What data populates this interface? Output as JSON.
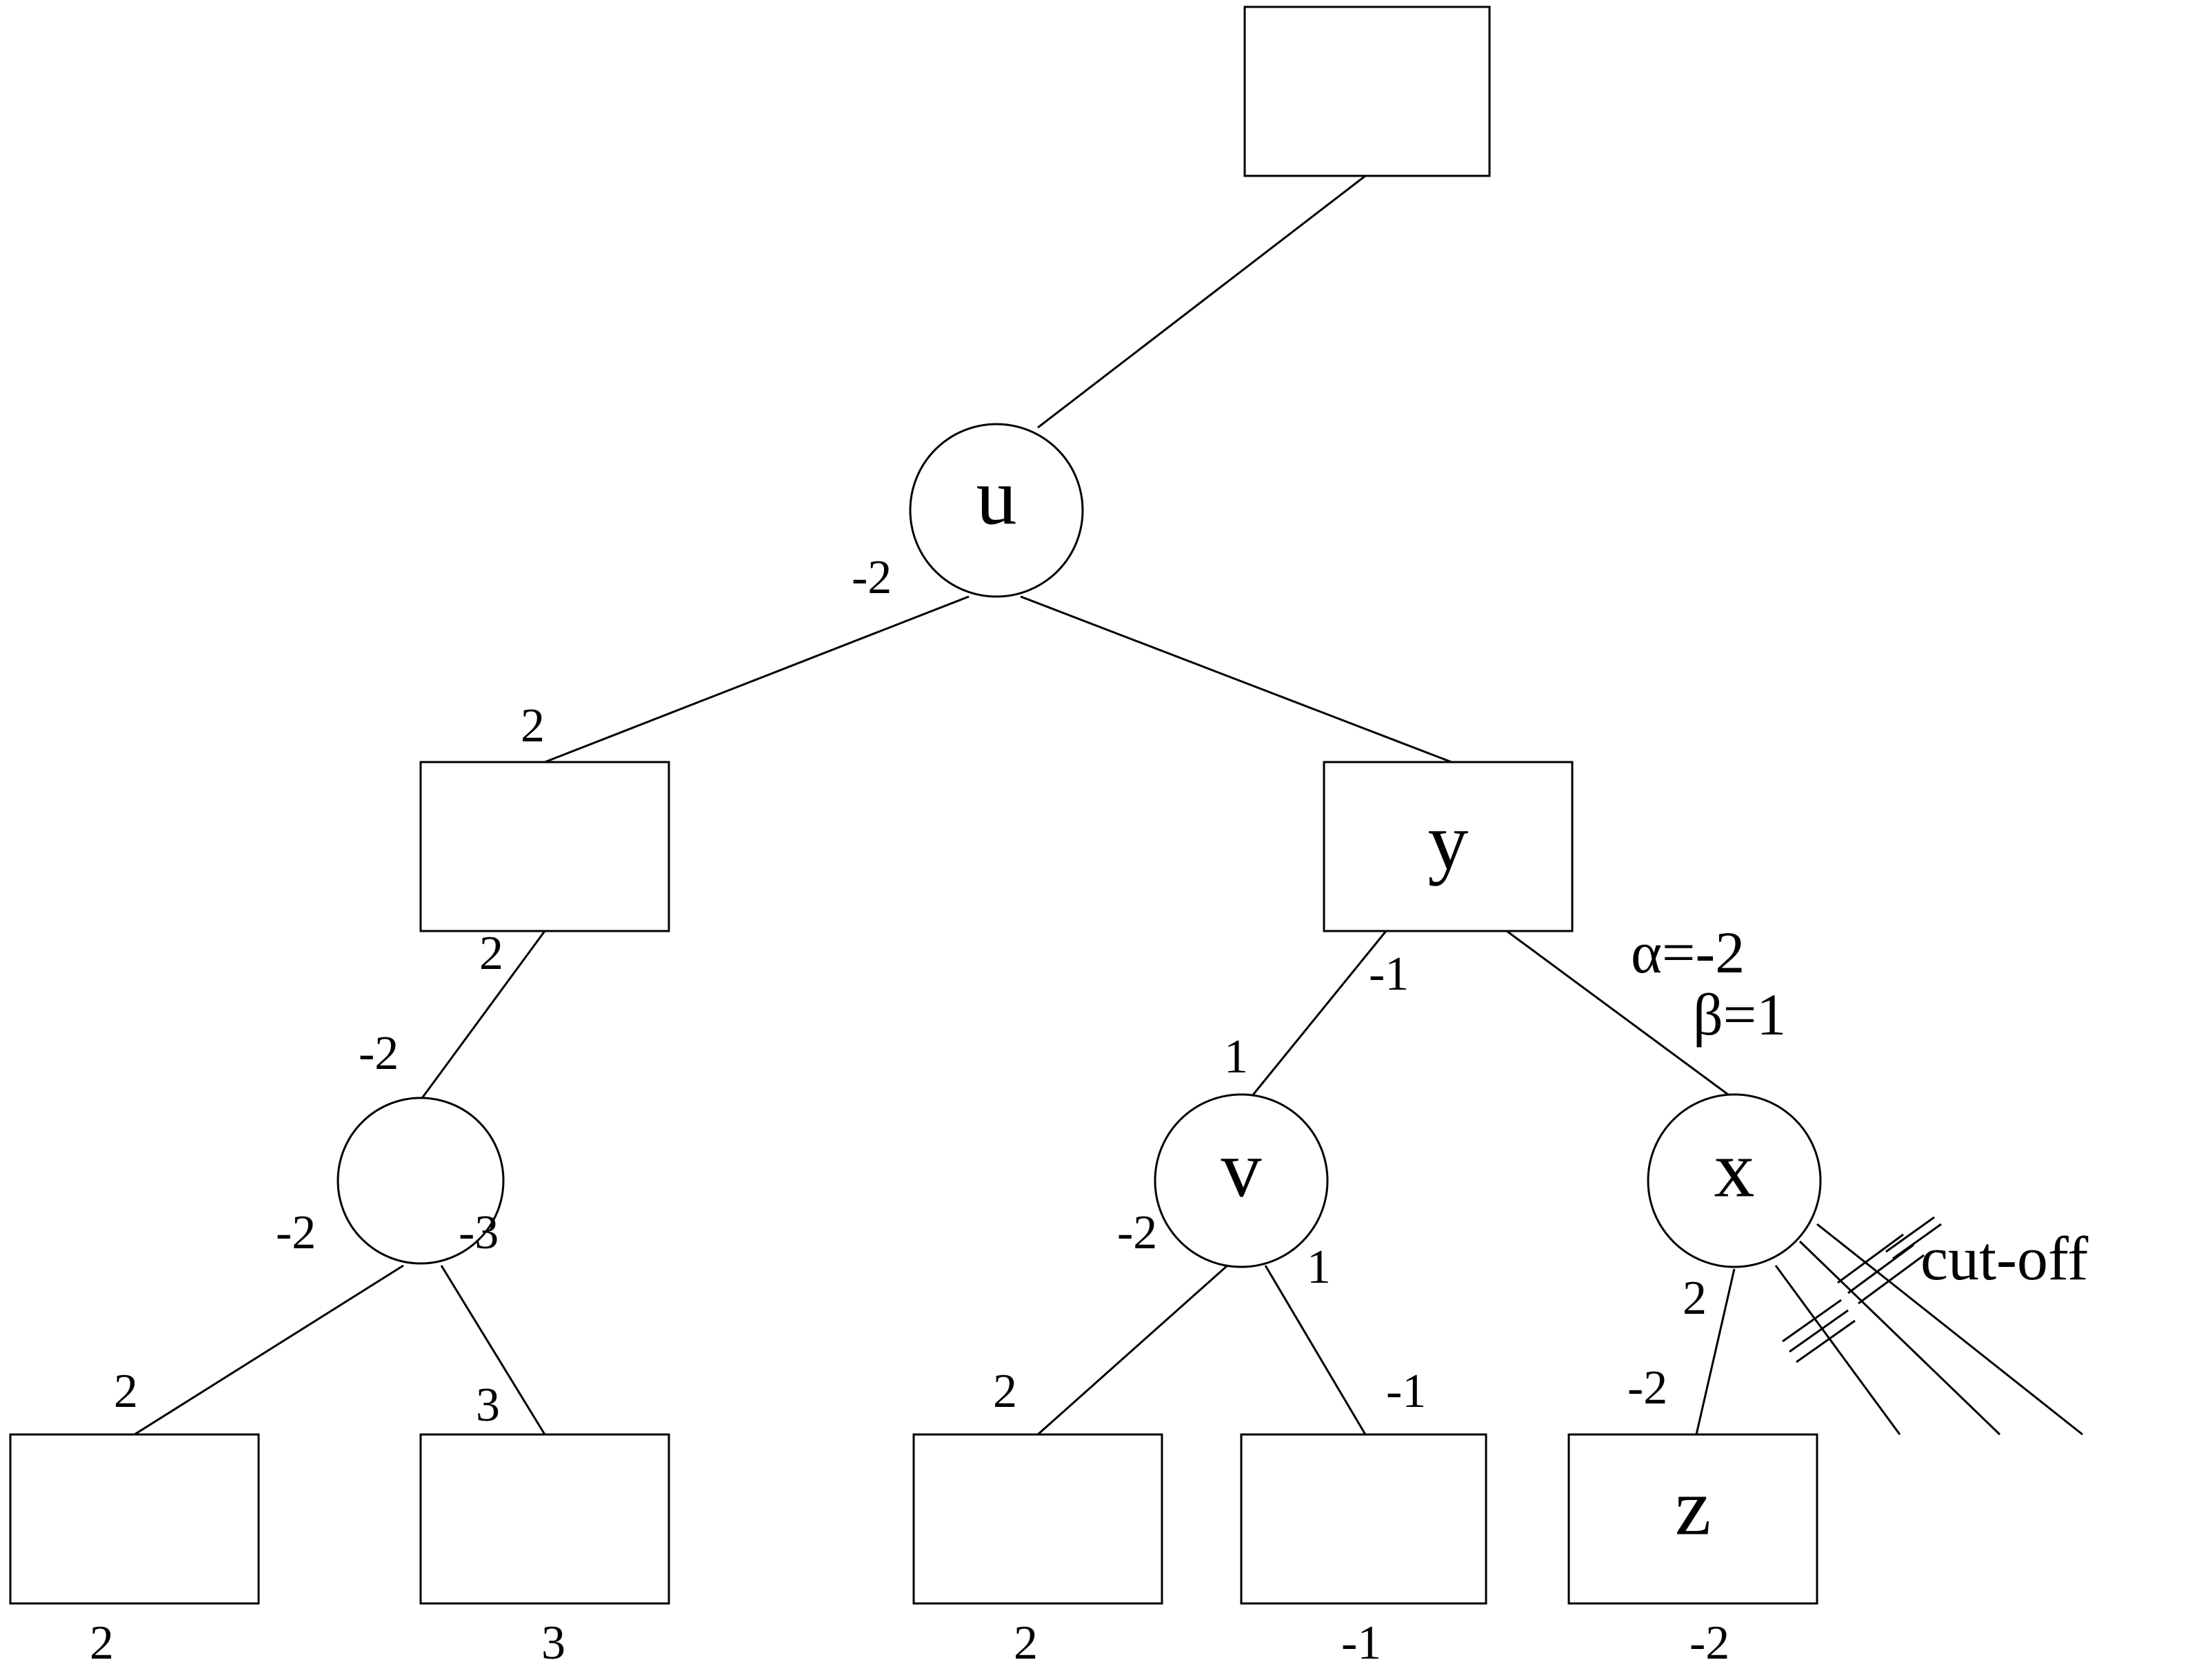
{
  "nodes": {
    "root": "",
    "u": "u",
    "left_box": "",
    "y": "y",
    "left_circle": "",
    "v": "v",
    "x": "x",
    "leaf_1": "",
    "leaf_2": "",
    "leaf_3": "",
    "leaf_4": "",
    "z": "z"
  },
  "edge_labels": {
    "u_left": "-2",
    "left_box_top": "2",
    "left_box_bottom": "2",
    "left_circle_top": "-2",
    "left_circle_left": "-2",
    "left_circle_right": "-3",
    "leaf1_top": "2",
    "leaf2_top": "3",
    "y_left": "-1",
    "v_top": "1",
    "v_left": "-2",
    "v_right": "1",
    "leaf3_top": "2",
    "leaf4_top": "-1",
    "x_bottom": "2",
    "z_top": "-2"
  },
  "leaf_values": [
    "2",
    "3",
    "2",
    "-1",
    "-2"
  ],
  "alpha": "α=-2",
  "beta": "β=1",
  "cutoff": "cut-off"
}
